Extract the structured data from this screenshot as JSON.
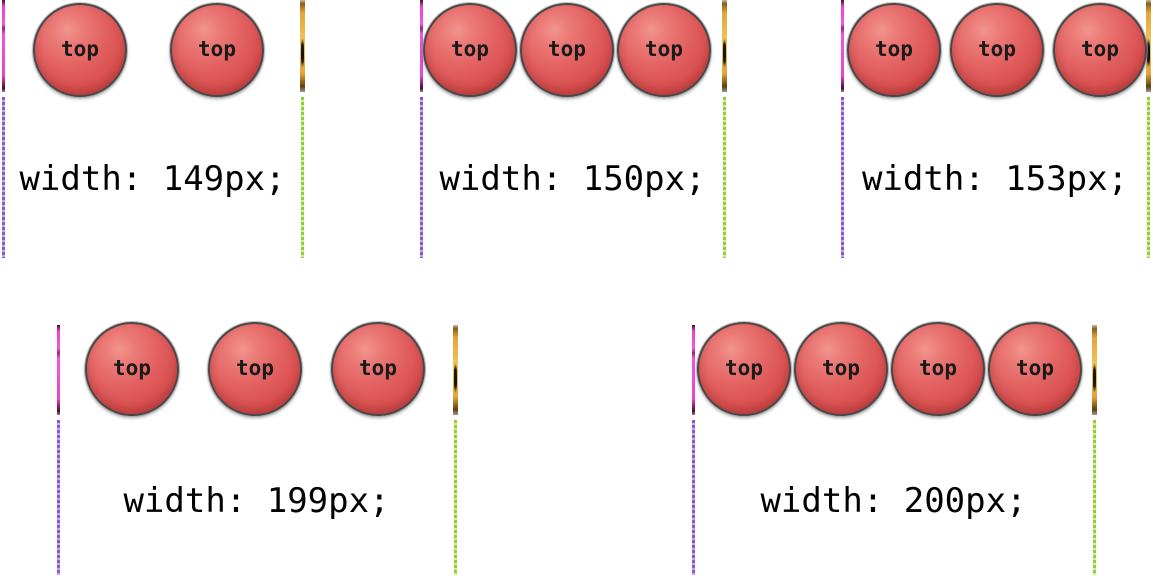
{
  "figure": {
    "description_labels": [],
    "button_label": "top"
  },
  "cards": [
    {
      "label": "width: 149px;",
      "width_value": "149px",
      "buttons": [
        "top",
        "top"
      ]
    },
    {
      "label": "width: 150px;",
      "width_value": "150px",
      "buttons": [
        "top",
        "top",
        "top"
      ]
    },
    {
      "label": "width: 153px;",
      "width_value": "153px",
      "buttons": [
        "top",
        "top",
        "top"
      ]
    },
    {
      "label": "width: 199px;",
      "width_value": "199px",
      "buttons": [
        "top",
        "top",
        "top"
      ]
    },
    {
      "label": "width: 200px;",
      "width_value": "200px",
      "buttons": [
        "top",
        "top",
        "top",
        "top"
      ]
    }
  ],
  "colors": {
    "container_edge_top_left": "#e843d6",
    "container_edge_top_right": "#e2a53c",
    "container_edge_bottom_left": "#8a57d8",
    "container_edge_bottom_right": "#8ed232",
    "button_red": "#dd5353",
    "label_text": "#000000"
  }
}
